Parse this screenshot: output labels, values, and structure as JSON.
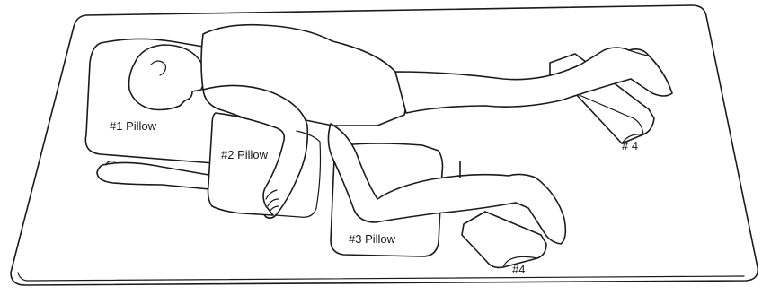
{
  "labels": {
    "pillow1": "#1 Pillow",
    "pillow2": "#2 Pillow",
    "pillow3": "#3 Pillow",
    "roll_upper": "# 4",
    "roll_lower": "#4"
  },
  "colors": {
    "ink": "#1a1a1a",
    "background": "#ffffff"
  }
}
